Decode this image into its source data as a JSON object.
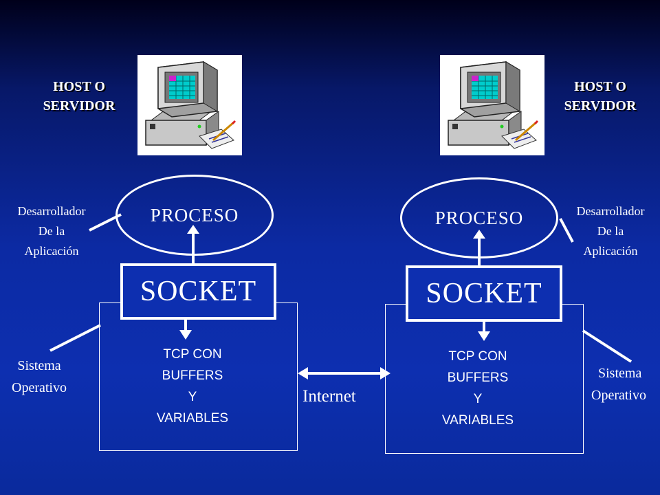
{
  "left": {
    "host_line1": "HOST O",
    "host_line2": "SERVIDOR",
    "process": "PROCESO",
    "socket": "SOCKET",
    "tcp": [
      "TCP CON",
      "BUFFERS",
      "Y",
      "VARIABLES"
    ],
    "dev": [
      "Desarrollador",
      "De la",
      "Aplicación"
    ],
    "os": [
      "Sistema",
      "Operativo"
    ]
  },
  "right": {
    "host_line1": "HOST O",
    "host_line2": "SERVIDOR",
    "process": "PROCESO",
    "socket": "SOCKET",
    "tcp": [
      "TCP CON",
      "BUFFERS",
      "Y",
      "VARIABLES"
    ],
    "dev": [
      "Desarrollador",
      "De la",
      "Aplicación"
    ],
    "os": [
      "Sistema",
      "Operativo"
    ]
  },
  "internet_label": "Internet",
  "colors": {
    "background": "#0d2fb0",
    "lines": "#ffffff"
  },
  "icons": {
    "host": "desktop-computer-icon"
  }
}
